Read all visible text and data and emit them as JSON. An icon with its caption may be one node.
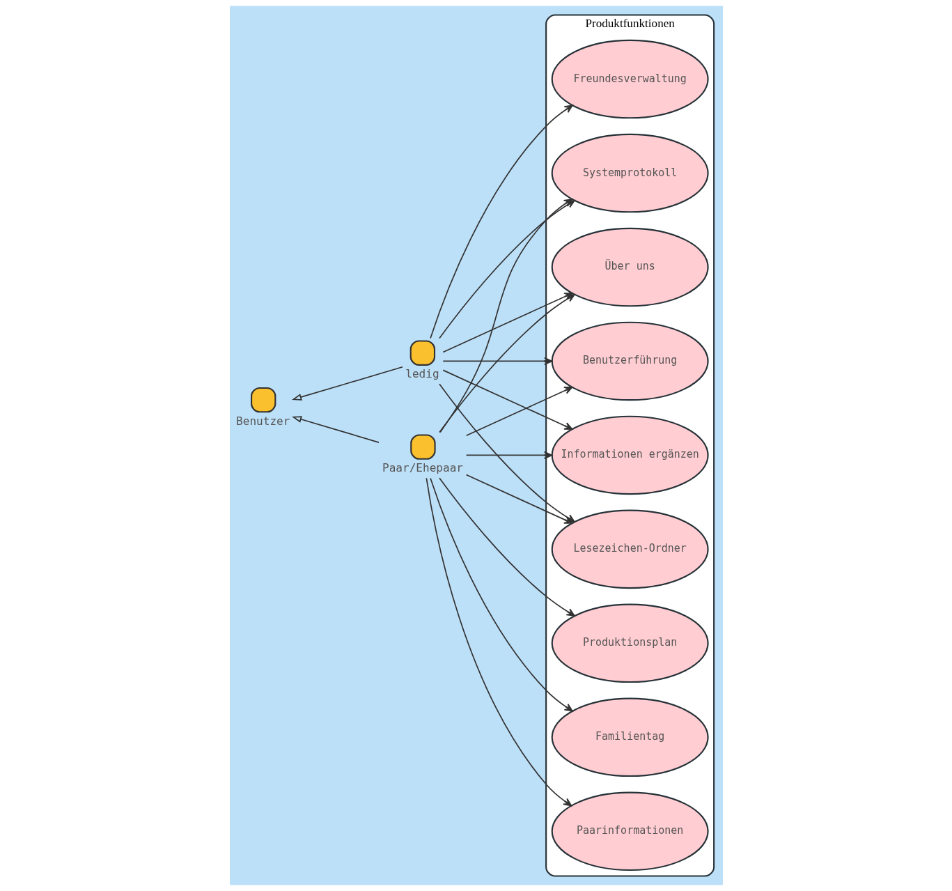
{
  "diagram": {
    "nodes": [
      {
        "text": [
          "Benutzer"
        ]
      },
      {
        "text": [
          "ledig"
        ]
      },
      {
        "text": [
          "Paar/Ehepaar"
        ]
      },
      {
        "text": [
          "Produktfunktionen"
        ]
      },
      {
        "text": [
          "Benutzerführung"
        ],
        "in": 3
      },
      {
        "text": [
          "Informationen ergänzen"
        ],
        "in": 3
      },
      {
        "text": [
          "Lesezeichen-Ordner"
        ],
        "in": 3
      },
      {
        "text": [
          "Produktionsplan"
        ],
        "in": 3
      },
      {
        "text": [
          "Familientag"
        ],
        "in": 3
      },
      {
        "text": [
          "Freundesverwaltung"
        ],
        "in": 3
      },
      {
        "text": [
          "Paarinformationen"
        ],
        "in": 3
      },
      {
        "text": [
          "Über uns"
        ],
        "in": 3
      },
      {
        "text": [
          "Systemprotokoll"
        ],
        "in": 3
      }
    ],
    "edges": [
      {
        "from": 1,
        "to": 0,
        "arrow": "to"
      },
      {
        "from": 2,
        "to": 0,
        "arrow": "to"
      },
      {
        "from": 1,
        "to": 4,
        "arrow": "to"
      },
      {
        "from": 1,
        "to": 5,
        "arrow": "to"
      },
      {
        "from": 1,
        "to": 6,
        "arrow": "to"
      },
      {
        "from": 1,
        "to": 9,
        "arrow": "to"
      },
      {
        "from": 1,
        "to": 11,
        "arrow": "to"
      },
      {
        "from": 1,
        "to": 12,
        "arrow": "to"
      },
      {
        "from": 2,
        "to": 4,
        "arrow": "to"
      },
      {
        "from": 2,
        "to": 5,
        "arrow": "to"
      },
      {
        "from": 2,
        "to": 6,
        "arrow": "to"
      },
      {
        "from": 2,
        "to": 7,
        "arrow": "to"
      },
      {
        "from": 2,
        "to": 8,
        "arrow": "to"
      },
      {
        "from": 2,
        "to": 10,
        "arrow": "to"
      },
      {
        "from": 2,
        "to": 11,
        "arrow": "to"
      },
      {
        "from": 2,
        "to": 12,
        "arrow": "to"
      }
    ]
  }
}
